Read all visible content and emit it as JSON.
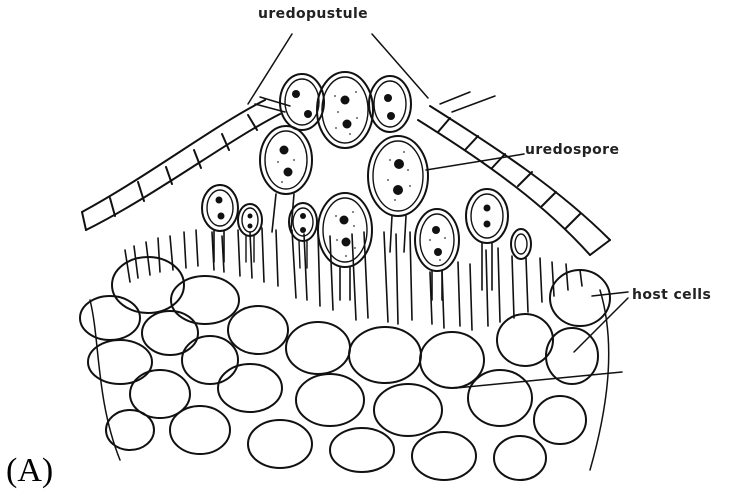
{
  "labels": {
    "uredopustule": "uredopustule",
    "uredospore": "uredospore",
    "host_cells": "host cells"
  },
  "panel_label": "(A)",
  "colors": {
    "ink": "#111111",
    "background": "#ffffff"
  }
}
